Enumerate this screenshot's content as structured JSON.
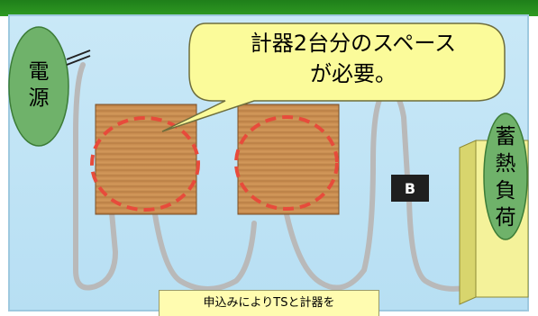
{
  "power_label_line1": "電",
  "power_label_line2": "源",
  "load_label": [
    "蓄",
    "熱",
    "負",
    "荷"
  ],
  "callout": {
    "line1": "計器2台分のスペース",
    "line2": "が必要。"
  },
  "breaker_label": "B",
  "bottom_note": "申込みによりTSと計器を",
  "colors": {
    "panel_bg": "#c2e5f6",
    "oval_fill": "#6fb26a",
    "callout_fill": "#fbfb9a",
    "meter_wood": "#c8894e",
    "dashed_circle": "#e74b3b",
    "cable": "#b9b9b9",
    "load_box": "#f4f29a",
    "breaker_box": "#1f1f1f"
  }
}
